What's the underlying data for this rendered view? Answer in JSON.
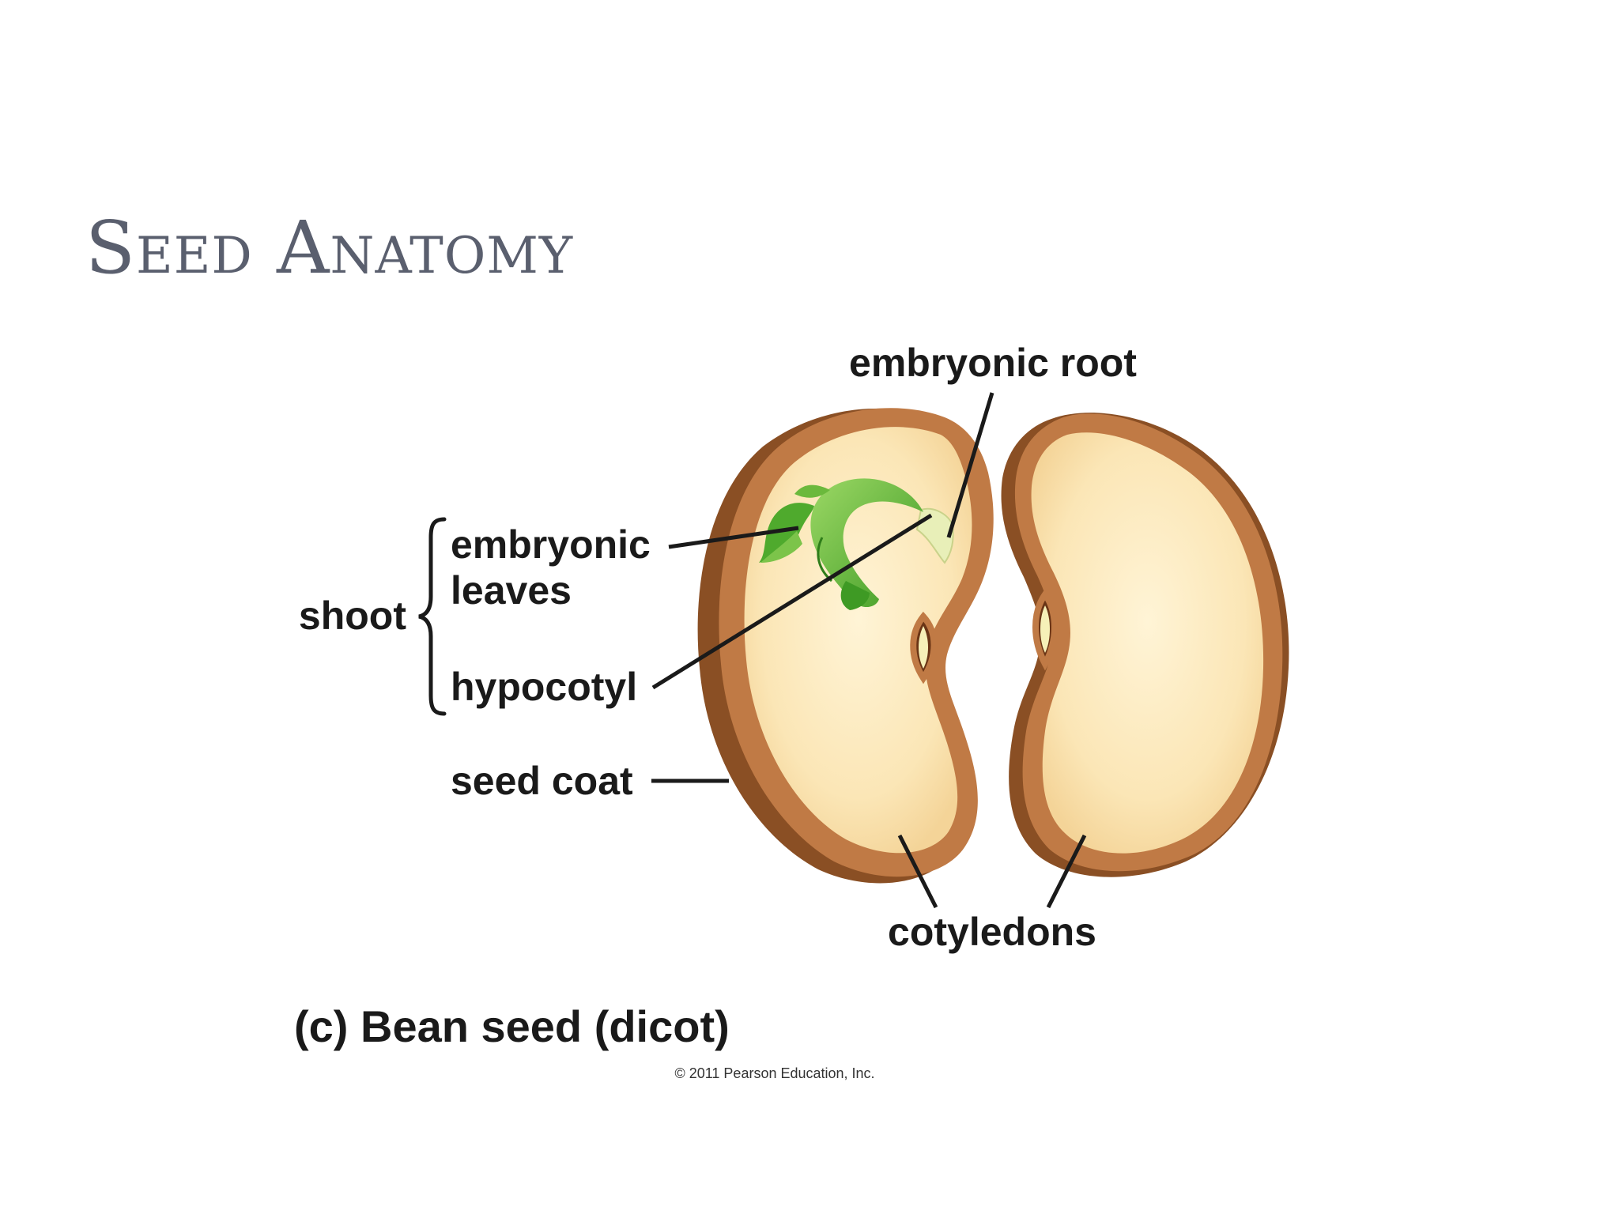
{
  "slide": {
    "title": "Seed Anatomy"
  },
  "figure": {
    "labels": {
      "embryonic_root": "embryonic root",
      "embryonic_leaves_line1": "embryonic",
      "embryonic_leaves_line2": "leaves",
      "shoot": "shoot",
      "hypocotyl": "hypocotyl",
      "seed_coat": "seed coat",
      "cotyledons": "cotyledons"
    },
    "caption": "(c) Bean seed (dicot)",
    "copyright": "© 2011 Pearson Education, Inc."
  },
  "colors": {
    "seed_coat": "#b8743e",
    "seed_coat_dark": "#8a4f24",
    "seed_coat_light": "#d9956a",
    "cotyledon": "#fae5b4",
    "cotyledon_center": "#fff2d0",
    "leaf_green": "#4faa2d",
    "leaf_light": "#8fd15a",
    "title": "#5a5f6e",
    "text": "#1a1a1a"
  }
}
